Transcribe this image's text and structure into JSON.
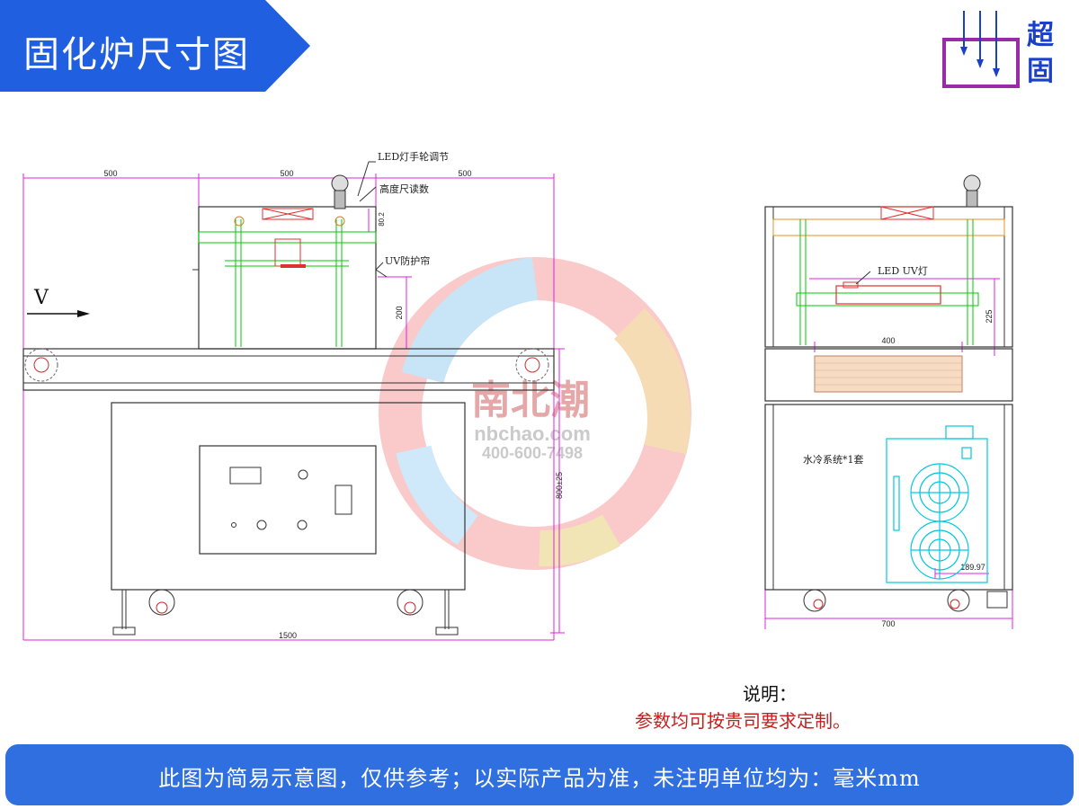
{
  "header": {
    "title": "固化炉尺寸图"
  },
  "logo": {
    "chars": [
      "超",
      "固"
    ]
  },
  "watermark": {
    "name": "南北潮",
    "site": "nbchao.com",
    "phone": "400-600-7498"
  },
  "drawing": {
    "front": {
      "dim_top_left": "500",
      "dim_top_mid": "500",
      "dim_top_right": "500",
      "dim_bottom": "1500",
      "dim_height_total": "800±25",
      "dim_curtain": "200",
      "dim_adjust": "80.2",
      "label_led_wheel": "LED灯手轮调节",
      "label_height_ruler": "高度尺读数",
      "label_curtain": "UV防护帘",
      "label_direction": "V"
    },
    "side": {
      "dim_width": "700",
      "dim_inner": "400",
      "dim_lamp_height": "225",
      "dim_chiller": "189.97",
      "label_led": "LED UV灯",
      "label_water": "水冷系统*1套"
    }
  },
  "notes": {
    "title": "说明：",
    "body": "参数均可按贵司要求定制。"
  },
  "footer": {
    "text": "此图为简易示意图，仅供参考；以实际产品为准，未注明单位均为：毫米mm"
  },
  "colors": {
    "banner": "#1f5fe0",
    "footer": "#2f6fe0",
    "accent_red": "#c81e1e",
    "dim_line": "#e020e0",
    "lamp": "#00c800",
    "chiller": "#00c8e0"
  }
}
